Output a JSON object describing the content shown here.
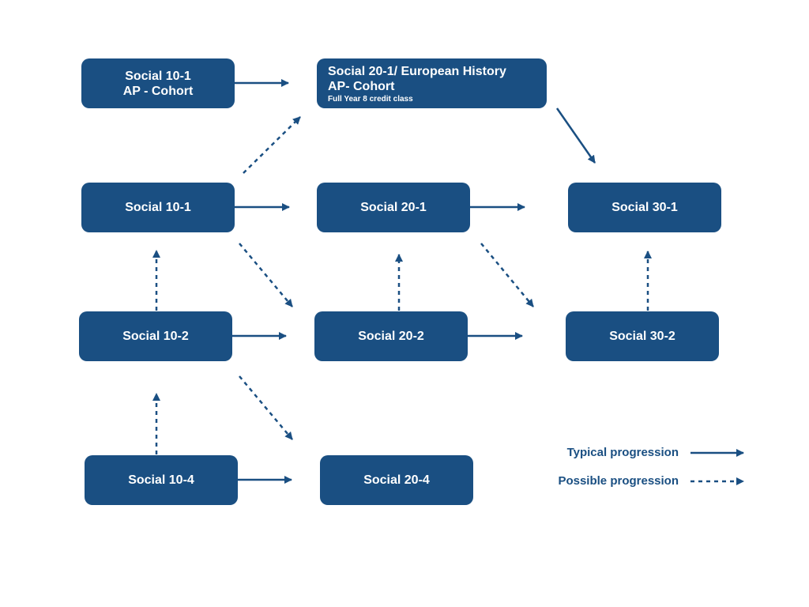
{
  "colors": {
    "box": "#1a4f82",
    "arrow": "#1a4f82",
    "text": "#ffffff",
    "legend_text": "#1a4f82"
  },
  "nodes": {
    "s10_1_ap": {
      "lines": [
        "Social 10-1",
        "AP - Cohort"
      ]
    },
    "s20_1_euro": {
      "lines": [
        "Social 20-1/ European History",
        "AP- Cohort"
      ],
      "note": "Full Year 8 credit class"
    },
    "s10_1": {
      "lines": [
        "Social 10-1"
      ]
    },
    "s20_1": {
      "lines": [
        "Social 20-1"
      ]
    },
    "s30_1": {
      "lines": [
        "Social 30-1"
      ]
    },
    "s10_2": {
      "lines": [
        "Social 10-2"
      ]
    },
    "s20_2": {
      "lines": [
        "Social 20-2"
      ]
    },
    "s30_2": {
      "lines": [
        "Social 30-2"
      ]
    },
    "s10_4": {
      "lines": [
        "Social 10-4"
      ]
    },
    "s20_4": {
      "lines": [
        "Social 20-4"
      ]
    }
  },
  "edges": [
    {
      "from": "Social 10-1 AP - Cohort",
      "to": "Social 20-1/ European History",
      "style": "typical"
    },
    {
      "from": "Social 20-1/ European History",
      "to": "Social 30-1",
      "style": "typical"
    },
    {
      "from": "Social 10-1",
      "to": "Social 20-1/ European History",
      "style": "possible"
    },
    {
      "from": "Social 10-1",
      "to": "Social 20-1",
      "style": "typical"
    },
    {
      "from": "Social 20-1",
      "to": "Social 30-1",
      "style": "typical"
    },
    {
      "from": "Social 10-1",
      "to": "Social 20-2",
      "style": "possible"
    },
    {
      "from": "Social 20-1",
      "to": "Social 30-2",
      "style": "possible"
    },
    {
      "from": "Social 10-2",
      "to": "Social 10-1",
      "style": "possible"
    },
    {
      "from": "Social 20-2",
      "to": "Social 20-1",
      "style": "possible"
    },
    {
      "from": "Social 30-2",
      "to": "Social 30-1",
      "style": "possible"
    },
    {
      "from": "Social 10-2",
      "to": "Social 20-2",
      "style": "typical"
    },
    {
      "from": "Social 20-2",
      "to": "Social 30-2",
      "style": "typical"
    },
    {
      "from": "Social 10-2",
      "to": "Social 20-4",
      "style": "possible"
    },
    {
      "from": "Social 10-4",
      "to": "Social 10-2",
      "style": "possible"
    },
    {
      "from": "Social 10-4",
      "to": "Social 20-4",
      "style": "typical"
    }
  ],
  "legend": {
    "typical": "Typical progression",
    "possible": "Possible progression"
  }
}
